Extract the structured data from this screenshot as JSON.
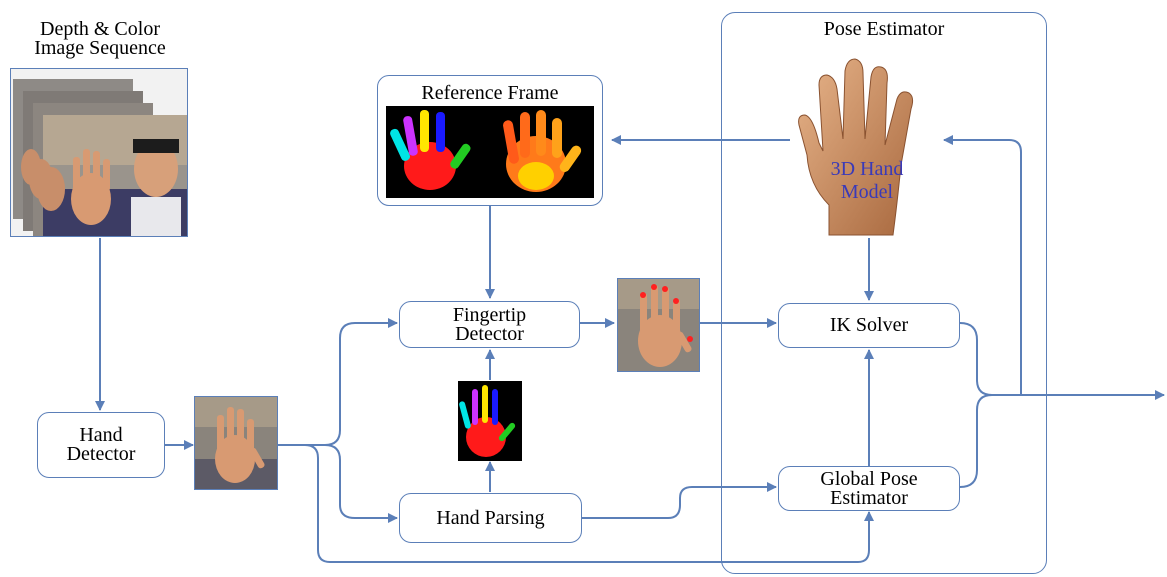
{
  "input": {
    "title_line1": "Depth & Color",
    "title_line2": "Image Sequence"
  },
  "pose_estimator": {
    "title": "Pose Estimator",
    "model_line1": "3D Hand",
    "model_line2": "Model"
  },
  "reference_frame": {
    "title": "Reference Frame"
  },
  "blocks": {
    "hand_detector_line1": "Hand",
    "hand_detector_line2": "Detector",
    "fingertip_line1": "Fingertip",
    "fingertip_line2": "Detector",
    "hand_parsing": "Hand Parsing",
    "ik_solver": "IK Solver",
    "global_pose_line1": "Global Pose",
    "global_pose_line2": "Estimator"
  },
  "colors": {
    "arrow": "#5b7fb8",
    "box_border": "#5b7fb8",
    "model_text": "#3a3ab8",
    "skin": "#d89a6a"
  }
}
